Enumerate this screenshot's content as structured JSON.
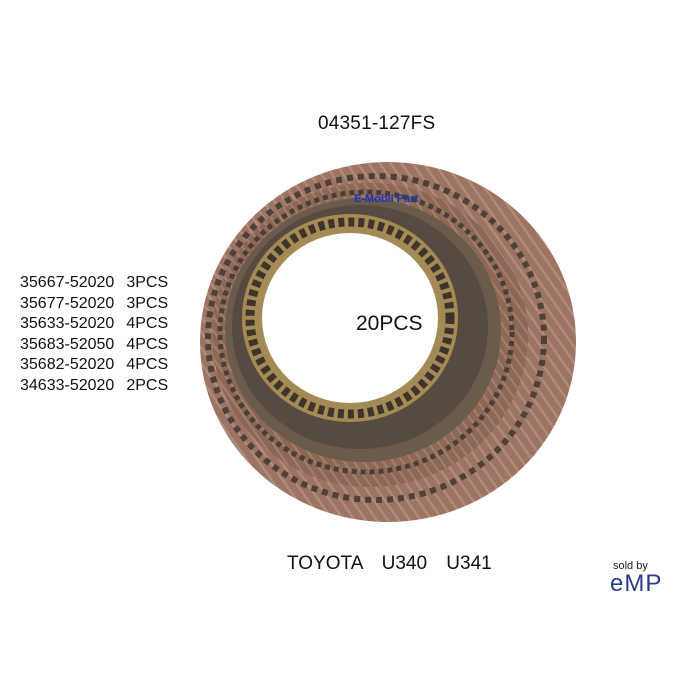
{
  "header": {
    "part_number": "04351-127FS"
  },
  "disc": {
    "brand_label": "E-Mobil Part",
    "count_label": "20PCS"
  },
  "parts_list": [
    {
      "number": "35667-52020",
      "qty": "3PCS"
    },
    {
      "number": "35677-52020",
      "qty": "3PCS"
    },
    {
      "number": "35633-52020",
      "qty": "4PCS"
    },
    {
      "number": "35683-52050",
      "qty": "4PCS"
    },
    {
      "number": "35682-52020",
      "qty": "4PCS"
    },
    {
      "number": "34633-52020",
      "qty": "2PCS"
    }
  ],
  "footer": {
    "models": "TOYOTA  U340  U341",
    "sold_by": "sold by",
    "seller_logo": "eMP"
  },
  "colors": {
    "friction_outer": "#9b7261",
    "friction_mid": "#8b6656",
    "steel_dark": "#5a4e45",
    "inner_gold": "#a48a55",
    "brand_text": "#1d35b8",
    "logo_text": "#2a3a8c"
  }
}
